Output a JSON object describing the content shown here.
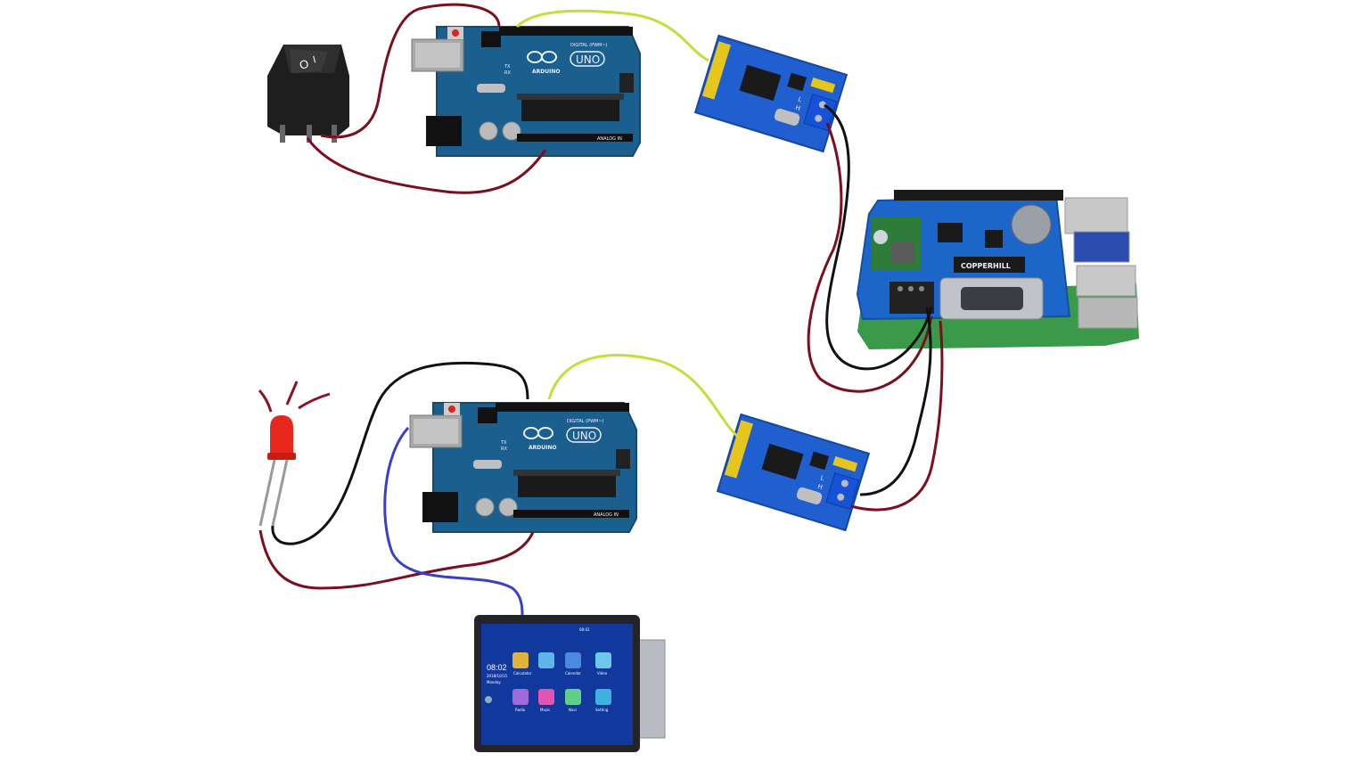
{
  "colors": {
    "wire_red": "#7a0f1e",
    "wire_black": "#111111",
    "wire_green": "#c6dd3a",
    "wire_blue": "#3a3fc9",
    "arduino_pcb": "#1b5f8f",
    "can_pcb": "#1f5fd0",
    "pi_hat_pcb": "#1d66c9",
    "pi_board": "#3a9a4a",
    "led_red": "#e8261c",
    "switch_black": "#1e1e1e"
  },
  "components": {
    "switch": {
      "name": "rocker-switch",
      "symbol_off": "O",
      "symbol_on": "I"
    },
    "arduino_top": {
      "brand": "ARDUINO",
      "model": "UNO",
      "header_label": "DIGITAL (PWM~)",
      "analog_label": "ANALOG IN",
      "tx_label": "TX",
      "rx_label": "RX"
    },
    "arduino_bottom": {
      "brand": "ARDUINO",
      "model": "UNO",
      "header_label": "DIGITAL (PWM~)",
      "analog_label": "ANALOG IN",
      "tx_label": "TX",
      "rx_label": "RX"
    },
    "can_module_top": {
      "name": "mcp2515-can-module",
      "pins": [
        "H",
        "L"
      ]
    },
    "can_module_bottom": {
      "name": "mcp2515-can-module",
      "pins": [
        "H",
        "L"
      ]
    },
    "pi_can_hat": {
      "chip_label": "COPPERHILL"
    },
    "led": {
      "color_name": "red"
    },
    "head_unit": {
      "time": "08:02",
      "status_time": "08:02",
      "date": "2018/10/15",
      "day": "Monday",
      "apps": [
        "Calculator",
        "",
        "Calendar",
        "Video",
        "Radio",
        "Music",
        "Navi",
        "Setting"
      ]
    }
  }
}
